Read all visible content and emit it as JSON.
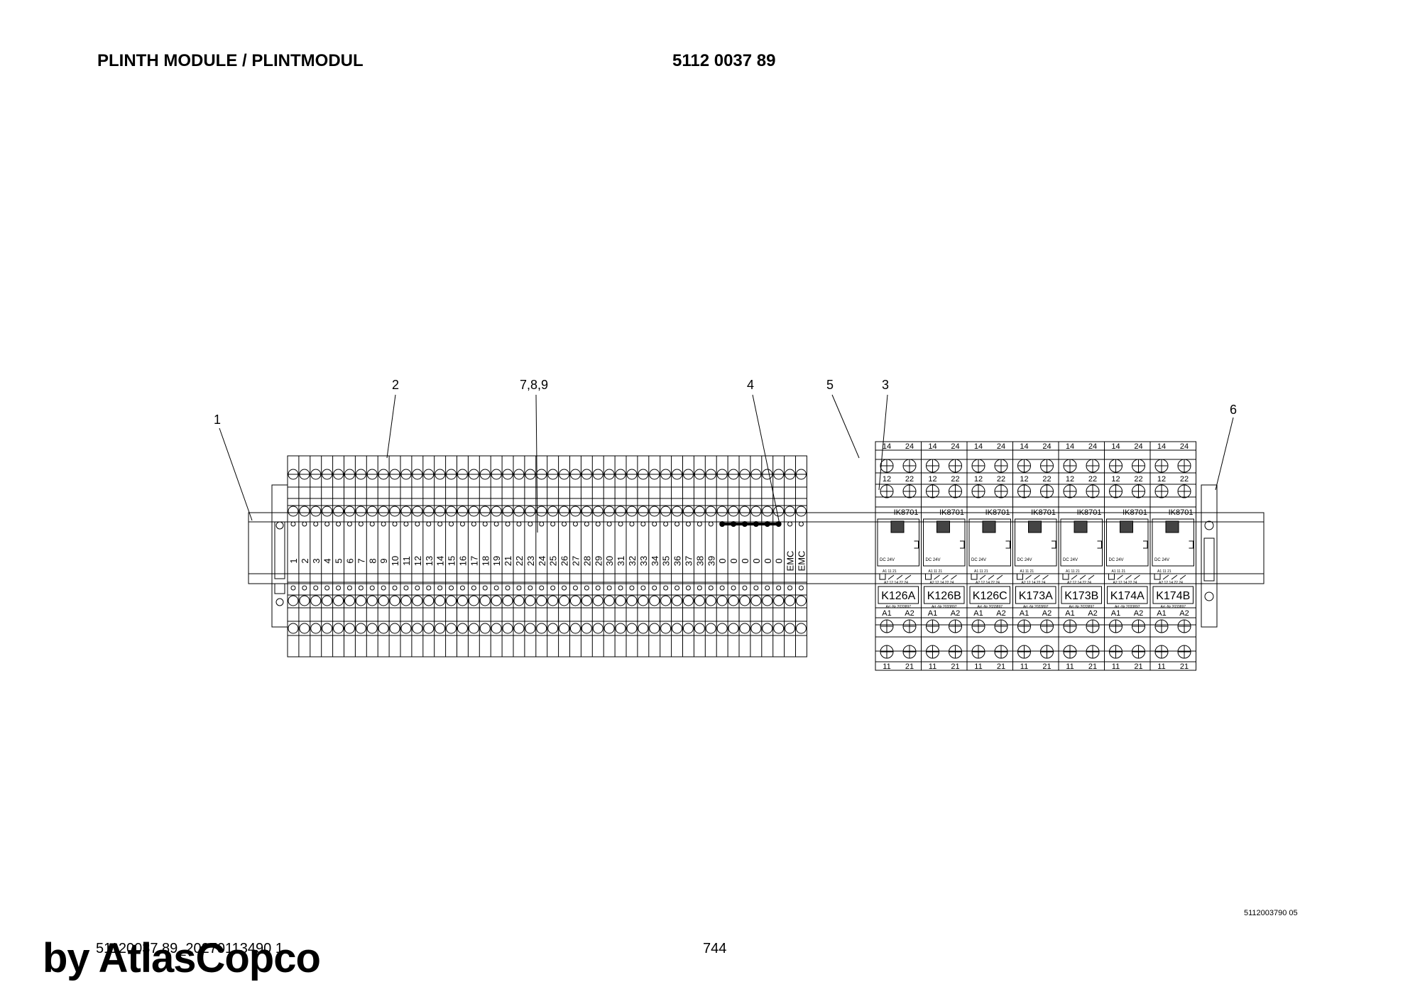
{
  "header": {
    "title": "PLINTH MODULE / PLINTMODUL",
    "part_number": "5112 0037 89"
  },
  "callouts": [
    "1",
    "2",
    "7,8,9",
    "4",
    "5",
    "3",
    "6"
  ],
  "terminals": [
    "1",
    "2",
    "3",
    "4",
    "5",
    "6",
    "7",
    "8",
    "9",
    "10",
    "11",
    "12",
    "13",
    "14",
    "15",
    "16",
    "17",
    "18",
    "19",
    "21",
    "22",
    "23",
    "24",
    "25",
    "26",
    "27",
    "28",
    "29",
    "30",
    "31",
    "32",
    "33",
    "34",
    "35",
    "36",
    "37",
    "38",
    "39",
    "0",
    "0",
    "0",
    "0",
    "0",
    "0",
    "EMC",
    "EMC"
  ],
  "relay": {
    "model": "IK8701",
    "voltage": "DC 24V",
    "top_terminals": [
      "14",
      "24"
    ],
    "upper_terminals": [
      "12",
      "22"
    ],
    "lower_terminals": [
      "A1",
      "A2"
    ],
    "bottom_terminals": [
      "11",
      "21"
    ],
    "contact_labels": "A1  11  21",
    "contact_labels_2": "A2  12 14 22 24",
    "article": "Art.-Nr 2033897",
    "labels": [
      "K126A",
      "K126B",
      "K126C",
      "K173A",
      "K173B",
      "K174A",
      "K174B"
    ]
  },
  "footer": {
    "doc_id": "51120037 89_20270113490 1",
    "page": "744",
    "drawing_ref": "5112003790 05"
  },
  "watermark": "by AtlasCopco"
}
